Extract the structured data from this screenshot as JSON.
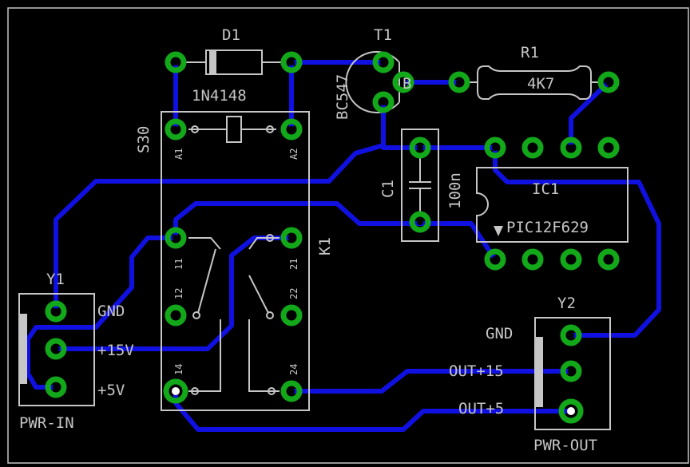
{
  "colors": {
    "background": "#000000",
    "copper_trace": "#1010e0",
    "pad": "#12a81a",
    "silkscreen": "#c6c6c6"
  },
  "components": {
    "D1": {
      "ref": "D1",
      "value": "1N4148"
    },
    "T1": {
      "ref": "T1",
      "value": "BC547",
      "pin_b": "B"
    },
    "R1": {
      "ref": "R1",
      "value": "4K7"
    },
    "C1": {
      "ref": "C1",
      "value": "100n"
    },
    "IC1": {
      "ref": "IC1",
      "value": "PIC12F629"
    },
    "K1": {
      "ref": "K1",
      "value": "S30",
      "pins": [
        "A1",
        "A2",
        "11",
        "21",
        "12",
        "22",
        "14",
        "24"
      ]
    },
    "Y1": {
      "ref": "Y1",
      "value": "PWR-IN",
      "pins": [
        "GND",
        "+15V",
        "+5V"
      ]
    },
    "Y2": {
      "ref": "Y2",
      "value": "PWR-OUT",
      "pins": [
        "GND",
        "OUT+15",
        "OUT+5"
      ]
    }
  }
}
